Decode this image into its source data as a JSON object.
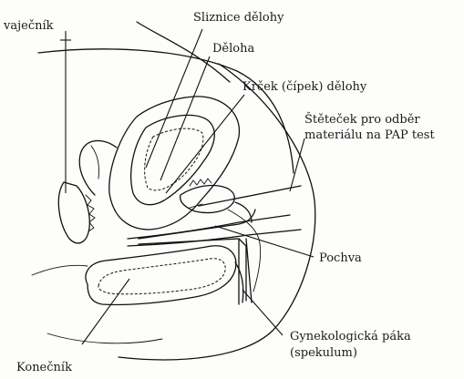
{
  "labels": {
    "ovary": "vaječník",
    "endometrium": "Sliznice dělohy",
    "uterus": "Děloha",
    "cervix": "Krček (čípek) dělohy",
    "brush_line1": "Štěteček pro odběr",
    "brush_line2": "materiálu na PAP test",
    "vagina": "Pochva",
    "speculum_line1": "Gynekologická páka",
    "speculum_line2": "(spekulum)",
    "rectum": "Konečník"
  }
}
